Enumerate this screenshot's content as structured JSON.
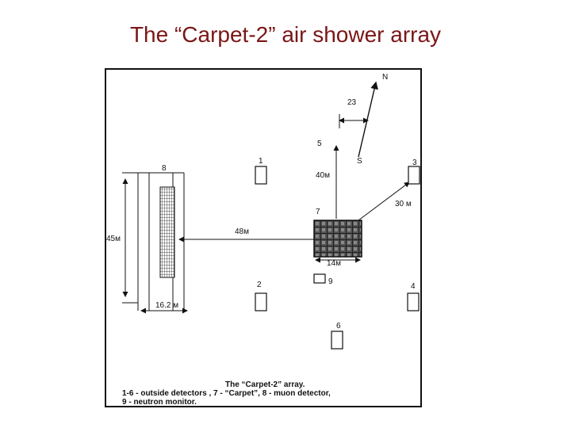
{
  "slide": {
    "title": "The “Carpet-2” air shower array"
  },
  "diagram": {
    "north": "N",
    "south": "S",
    "angle": "23",
    "detectors": [
      "1",
      "2",
      "3",
      "4",
      "5",
      "6"
    ],
    "carpet_label": "7",
    "muon_label": "8",
    "neutron_label": "9",
    "dim_40": "40м",
    "dim_30": "30 м",
    "dim_48": "48м",
    "dim_14": "14м",
    "dim_45": "45м",
    "dim_162": "16.2 м",
    "caption": {
      "line1": "The   “Carpet-2” array.",
      "line2": "1-6 - outside detectors , 7 - “Carpet”, 8 - muon detector,",
      "line3": "9 - neutron   monitor."
    }
  },
  "colors": {
    "title": "#7a1616",
    "ink": "#111111"
  }
}
